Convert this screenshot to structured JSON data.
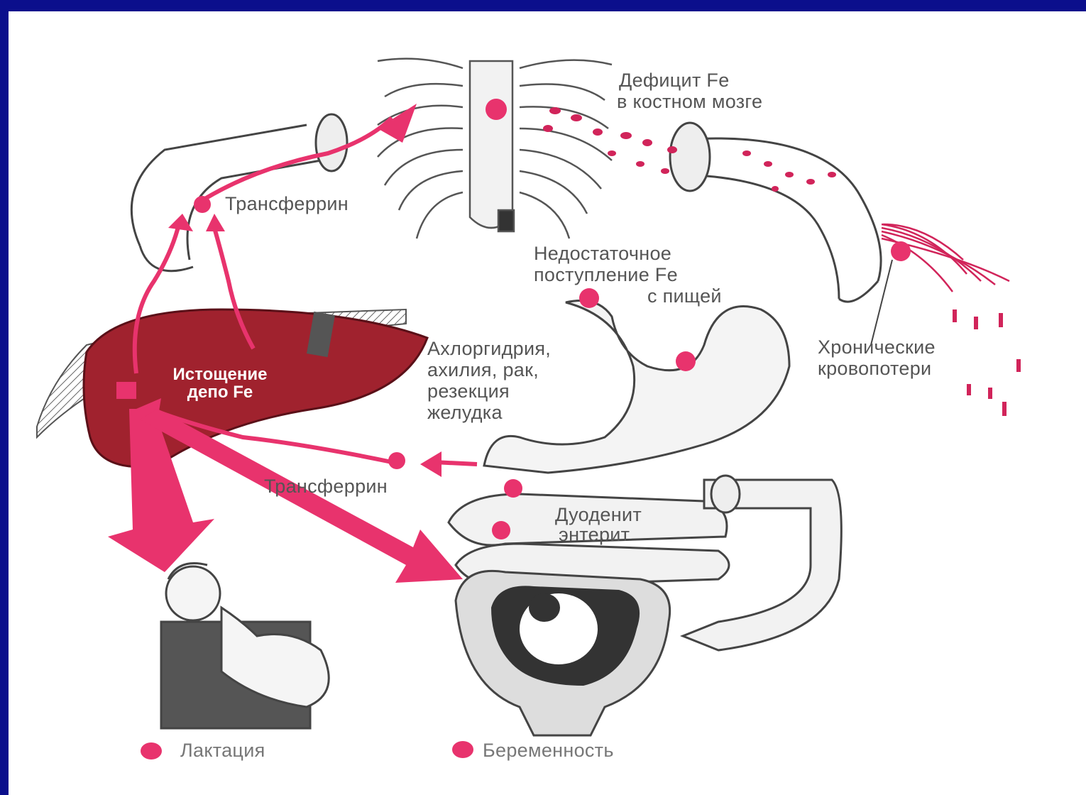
{
  "labels": {
    "deficit_line1": "Дефицит Fe",
    "deficit_line2": "в костном мозге",
    "transferrin_top": "Трансферрин",
    "insufficient_line1": "Недостаточное",
    "insufficient_line2": "поступление Fe",
    "insufficient_line3": "с пищей",
    "chronic_line1": "Хронические",
    "chronic_line2": "кровопотери",
    "depot_line1": "Истощение",
    "depot_line2": "депо Fe",
    "achlor_line1": "Ахлоргидрия,",
    "achlor_line2": "ахилия, рак,",
    "achlor_line3": "резекция",
    "achlor_line4": "желудка",
    "transferrin_bottom": "Трансферрин",
    "duod_line1": "Дуоденит",
    "duod_line2": "энтерит"
  },
  "legend": {
    "lactation": "Лактация",
    "pregnancy": "Беременность"
  },
  "colors": {
    "background": "#0b0f8c",
    "accent": "#e8336d",
    "liver": "#a0222e"
  }
}
